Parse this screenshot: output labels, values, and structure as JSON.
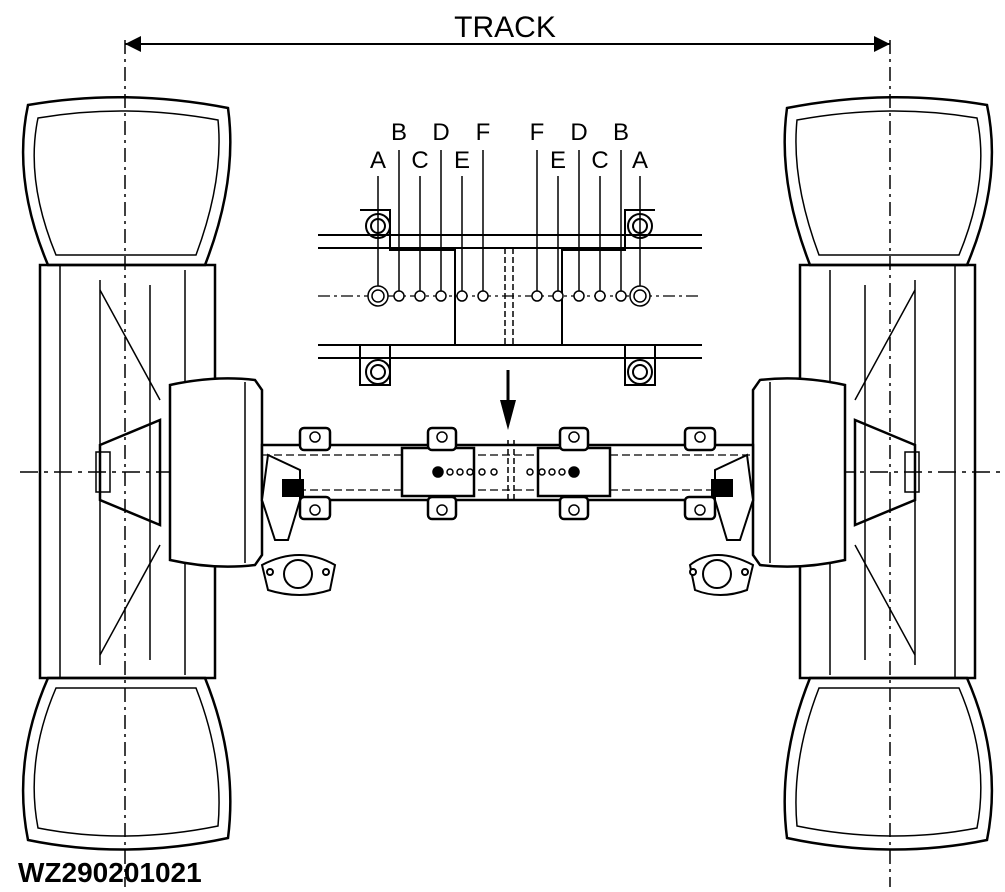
{
  "diagram": {
    "dimension_label": "TRACK",
    "figure_code": "WZ290201021",
    "hole_labels_left_upper": [
      "B",
      "D",
      "F"
    ],
    "hole_labels_left_lower": [
      "A",
      "C",
      "E"
    ],
    "hole_labels_right_upper": [
      "F",
      "D",
      "B"
    ],
    "hole_labels_right_lower": [
      "E",
      "C",
      "A"
    ],
    "line_color": "#000000",
    "background_color": "#ffffff"
  }
}
